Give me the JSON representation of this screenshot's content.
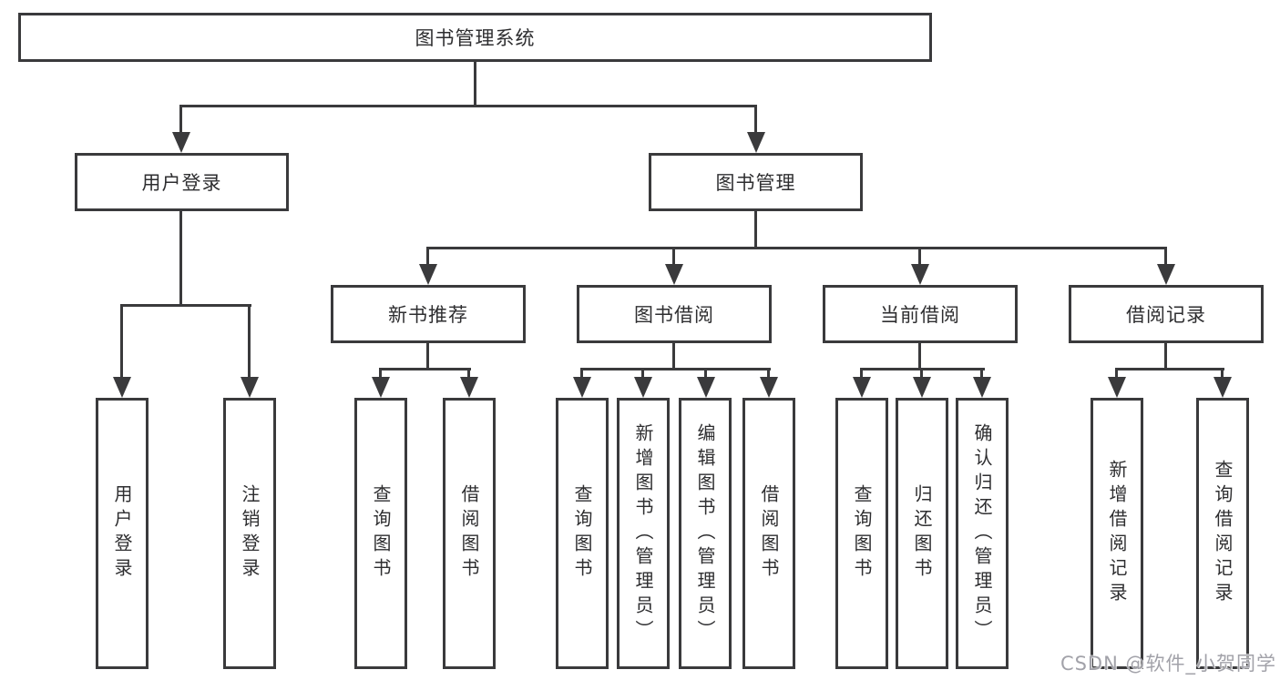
{
  "diagram": {
    "root": {
      "id": "library-management-system",
      "label": "图书管理系统"
    },
    "level2": [
      {
        "id": "user-login",
        "label": "用户登录",
        "parent": "library-management-system"
      },
      {
        "id": "book-management",
        "label": "图书管理",
        "parent": "library-management-system"
      }
    ],
    "level3": [
      {
        "id": "new-book-recommend",
        "label": "新书推荐",
        "parent": "book-management"
      },
      {
        "id": "book-borrowing",
        "label": "图书借阅",
        "parent": "book-management"
      },
      {
        "id": "current-borrowing",
        "label": "当前借阅",
        "parent": "book-management"
      },
      {
        "id": "borrowing-records",
        "label": "借阅记录",
        "parent": "book-management"
      }
    ],
    "leaves": [
      {
        "id": "user-login-leaf",
        "label": "用户登录",
        "parent": "user-login"
      },
      {
        "id": "logout",
        "label": "注销登录",
        "parent": "user-login"
      },
      {
        "id": "query-books-1",
        "label": "查询图书",
        "parent": "new-book-recommend"
      },
      {
        "id": "borrow-books-1",
        "label": "借阅图书",
        "parent": "new-book-recommend"
      },
      {
        "id": "query-books-2",
        "label": "查询图书",
        "parent": "book-borrowing"
      },
      {
        "id": "add-books-admin",
        "label": "新增图书（管理员）",
        "parent": "book-borrowing"
      },
      {
        "id": "edit-books-admin",
        "label": "编辑图书（管理员）",
        "parent": "book-borrowing"
      },
      {
        "id": "borrow-books-2",
        "label": "借阅图书",
        "parent": "book-borrowing"
      },
      {
        "id": "query-books-3",
        "label": "查询图书",
        "parent": "current-borrowing"
      },
      {
        "id": "return-books",
        "label": "归还图书",
        "parent": "current-borrowing"
      },
      {
        "id": "confirm-return-admin",
        "label": "确认归还（管理员）",
        "parent": "current-borrowing"
      },
      {
        "id": "add-borrow-record",
        "label": "新增借阅记录",
        "parent": "borrowing-records"
      },
      {
        "id": "query-borrow-record",
        "label": "查询借阅记录",
        "parent": "borrowing-records"
      }
    ]
  },
  "watermark": {
    "text": "CSDN @软件_小贺同学"
  },
  "colors": {
    "line": "#3a3a3c",
    "text": "#2e2e30",
    "box_background": "#ffffff",
    "page_background": "#ffffff",
    "watermark": "#a2a2a9"
  }
}
